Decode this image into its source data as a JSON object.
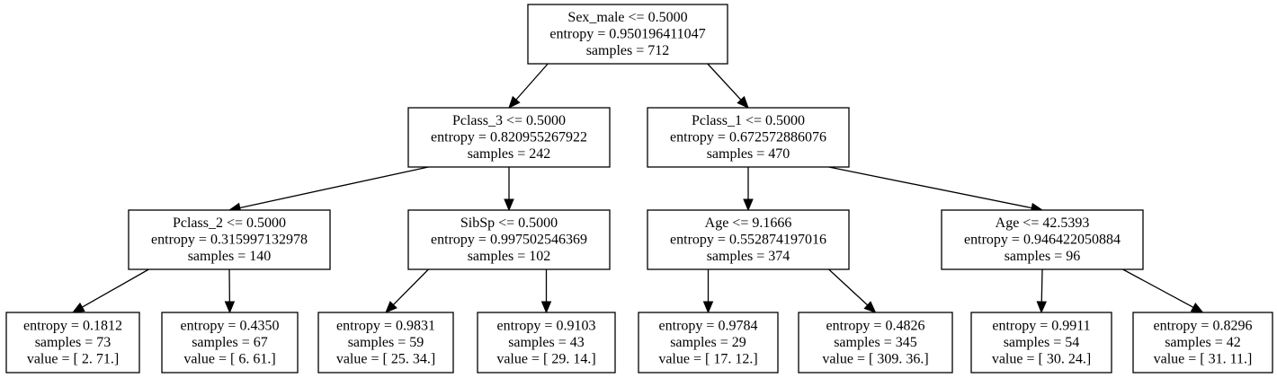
{
  "tree": {
    "nodes": [
      {
        "id": "root",
        "lines": [
          "Sex_male <= 0.5000",
          "entropy = 0.950196411047",
          "samples = 712"
        ]
      },
      {
        "id": "n1",
        "lines": [
          "Pclass_3 <= 0.5000",
          "entropy = 0.820955267922",
          "samples = 242"
        ]
      },
      {
        "id": "n2",
        "lines": [
          "Pclass_1 <= 0.5000",
          "entropy = 0.672572886076",
          "samples = 470"
        ]
      },
      {
        "id": "n11",
        "lines": [
          "Pclass_2 <= 0.5000",
          "entropy = 0.315997132978",
          "samples = 140"
        ]
      },
      {
        "id": "n12",
        "lines": [
          "SibSp <= 0.5000",
          "entropy = 0.997502546369",
          "samples = 102"
        ]
      },
      {
        "id": "n21",
        "lines": [
          "Age <= 9.1666",
          "entropy = 0.552874197016",
          "samples = 374"
        ]
      },
      {
        "id": "n22",
        "lines": [
          "Age <= 42.5393",
          "entropy = 0.946422050884",
          "samples = 96"
        ]
      },
      {
        "id": "l1",
        "lines": [
          "entropy = 0.1812",
          "samples = 73",
          "value = [  2.  71.]"
        ]
      },
      {
        "id": "l2",
        "lines": [
          "entropy = 0.4350",
          "samples = 67",
          "value = [  6.  61.]"
        ]
      },
      {
        "id": "l3",
        "lines": [
          "entropy = 0.9831",
          "samples = 59",
          "value = [ 25.  34.]"
        ]
      },
      {
        "id": "l4",
        "lines": [
          "entropy = 0.9103",
          "samples = 43",
          "value = [ 29.  14.]"
        ]
      },
      {
        "id": "l5",
        "lines": [
          "entropy = 0.9784",
          "samples = 29",
          "value = [ 17.  12.]"
        ]
      },
      {
        "id": "l6",
        "lines": [
          "entropy = 0.4826",
          "samples = 345",
          "value = [ 309.   36.]"
        ]
      },
      {
        "id": "l7",
        "lines": [
          "entropy = 0.9911",
          "samples = 54",
          "value = [ 30.  24.]"
        ]
      },
      {
        "id": "l8",
        "lines": [
          "entropy = 0.8296",
          "samples = 42",
          "value = [ 31.  11.]"
        ]
      }
    ],
    "edges": [
      {
        "from": "root",
        "to": "n1"
      },
      {
        "from": "root",
        "to": "n2"
      },
      {
        "from": "n1",
        "to": "n11"
      },
      {
        "from": "n1",
        "to": "n12"
      },
      {
        "from": "n2",
        "to": "n21"
      },
      {
        "from": "n2",
        "to": "n22"
      },
      {
        "from": "n11",
        "to": "l1"
      },
      {
        "from": "n11",
        "to": "l2"
      },
      {
        "from": "n12",
        "to": "l3"
      },
      {
        "from": "n12",
        "to": "l4"
      },
      {
        "from": "n21",
        "to": "l5"
      },
      {
        "from": "n21",
        "to": "l6"
      },
      {
        "from": "n22",
        "to": "l7"
      },
      {
        "from": "n22",
        "to": "l8"
      }
    ]
  }
}
